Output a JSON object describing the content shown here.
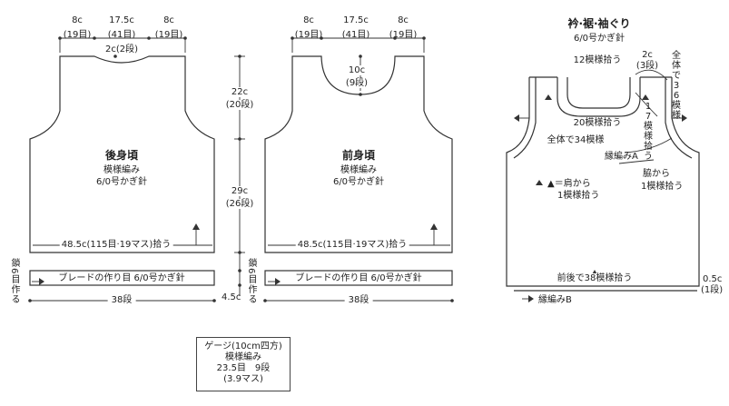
{
  "back": {
    "w_left": "8c",
    "w_left_st": "(19目)",
    "w_mid": "17.5c",
    "w_mid_st": "(41目)",
    "w_right": "8c",
    "w_right_st": "(19目)",
    "neck": "2c(2段)",
    "title": "後身頃",
    "pattern": "模様編み",
    "hook": "6/0号かぎ針",
    "pickup": "48.5c(115目·19マス)拾う",
    "braid": "ブレードの作り目 6/0号かぎ針",
    "rows": "38段",
    "chain": "鎖6目作る"
  },
  "mid": {
    "h_top": "22c",
    "h_top_rows": "(20段)",
    "h_bot": "29c",
    "h_bot_rows": "(26段)",
    "chain": "鎖6目作る",
    "braid_w": "4.5c"
  },
  "front": {
    "w_left": "8c",
    "w_left_st": "(19目)",
    "w_mid": "17.5c",
    "w_mid_st": "(41目)",
    "w_right": "8c",
    "w_right_st": "(19目)",
    "neck": "10c",
    "neck_rows": "(9段)",
    "title": "前身頃",
    "pattern": "模様編み",
    "hook": "6/0号かぎ針",
    "pickup": "48.5c(115目·19マス)拾う",
    "braid": "ブレードの作り目 6/0号かぎ針",
    "rows": "38段"
  },
  "finish": {
    "title": "衿·裾·袖ぐり",
    "hook": "6/0号かぎ針",
    "neck_top": "12模様拾う",
    "edge_w": "2c",
    "edge_rows": "(3段)",
    "total_36": "全体で36模様",
    "neck_bottom": "20模様拾う",
    "total_34": "全体で34模様",
    "sleeve": "17模様拾う",
    "edge_a": "縁編みA",
    "side": "脇から",
    "side2": "1模様拾う",
    "shoulder": "▲＝肩から",
    "shoulder2": "1模様拾う",
    "hem_pickup": "前後で38模様拾う",
    "hem_w": "0.5c",
    "hem_rows": "(1段)",
    "edge_b": "縁編みB"
  },
  "gauge": {
    "title": "ゲージ(10cm四方)",
    "pattern": "模様編み",
    "stitches": "23.5目　9段",
    "squares": "(3.9マス)"
  }
}
